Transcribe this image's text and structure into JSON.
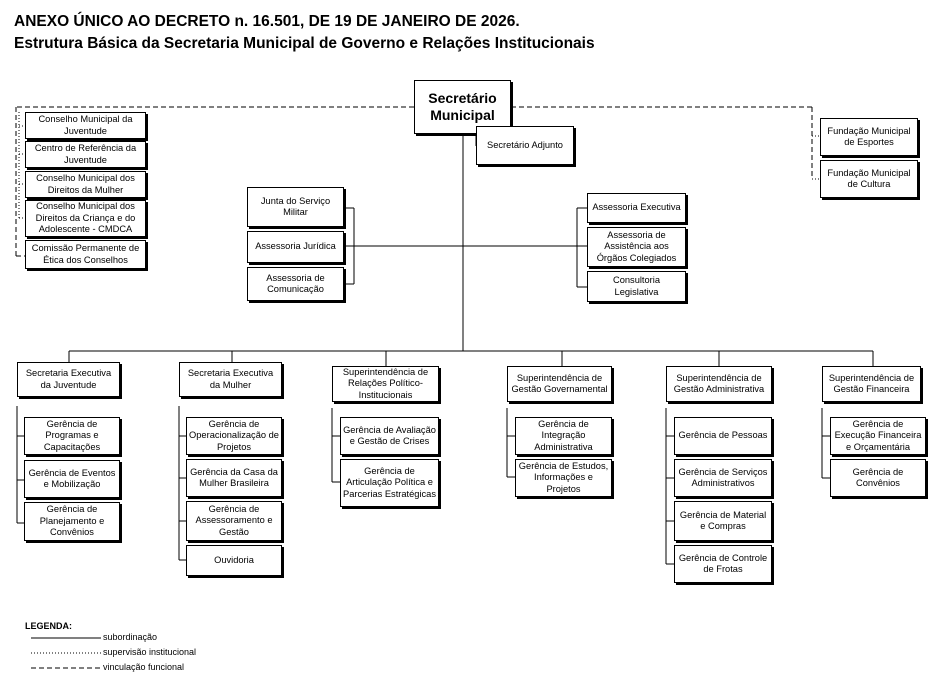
{
  "header": {
    "title": "ANEXO ÚNICO AO DECRETO n. 16.501, DE 19 DE JANEIRO DE 2026.",
    "subtitle": "Estrutura Básica da Secretaria Municipal de Governo e Relações Institucionais"
  },
  "org": {
    "secretario": "Secretário Municipal",
    "adjunto": "Secretário Adjunto",
    "conselhos": [
      "Conselho Municipal da Juventude",
      "Centro de Referência da Juventude",
      "Conselho Municipal dos Direitos da Mulher",
      "Conselho Municipal dos Direitos da Criança e do Adolescente - CMDCA",
      "Comissão Permanente de Ética dos Conselhos"
    ],
    "fundacoes": [
      "Fundação Municipal de Esportes",
      "Fundação Municipal de Cultura"
    ],
    "assessorias_esquerda": [
      "Junta do Serviço Militar",
      "Assessoria Jurídica",
      "Assessoria de Comunicação"
    ],
    "assessorias_direita": [
      "Assessoria Executiva",
      "Assessoria de Assistência aos Órgãos Colegiados",
      "Consultoria Legislativa"
    ],
    "unidades": [
      {
        "name": "Secretaria Executiva da Juventude",
        "children": [
          "Gerência de Programas e Capacitações",
          "Gerência de Eventos e Mobilização",
          "Gerência de Planejamento e Convênios"
        ]
      },
      {
        "name": "Secretaria Executiva da Mulher",
        "children": [
          "Gerência de Operacionalização de Projetos",
          "Gerência da Casa da Mulher Brasileira",
          "Gerência de Assessoramento e Gestão",
          "Ouvidoria"
        ]
      },
      {
        "name": "Superintendência de Relações Político-Institucionais",
        "children": [
          "Gerência de Avaliação e Gestão de Crises",
          "Gerência de Articulação Política e Parcerias Estratégicas"
        ]
      },
      {
        "name": "Superintendência de Gestão Governamental",
        "children": [
          "Gerência de Integração Administrativa",
          "Gerência de Estudos, Informações e Projetos"
        ]
      },
      {
        "name": "Superintendência de Gestão Administrativa",
        "children": [
          "Gerência de Pessoas",
          "Gerência de Serviços Administrativos",
          "Gerência de Material e Compras",
          "Gerência de Controle de Frotas"
        ]
      },
      {
        "name": "Superintendência de Gestão Financeira",
        "children": [
          "Gerência de Execução Financeira e Orçamentária",
          "Gerência de Convênios"
        ]
      }
    ]
  },
  "legend": {
    "title": "LEGENDA:",
    "items": [
      {
        "label": "subordinação",
        "style": "solid"
      },
      {
        "label": "supervisão institucional",
        "style": "dotted"
      },
      {
        "label": "vinculação funcional",
        "style": "dashed"
      }
    ]
  }
}
